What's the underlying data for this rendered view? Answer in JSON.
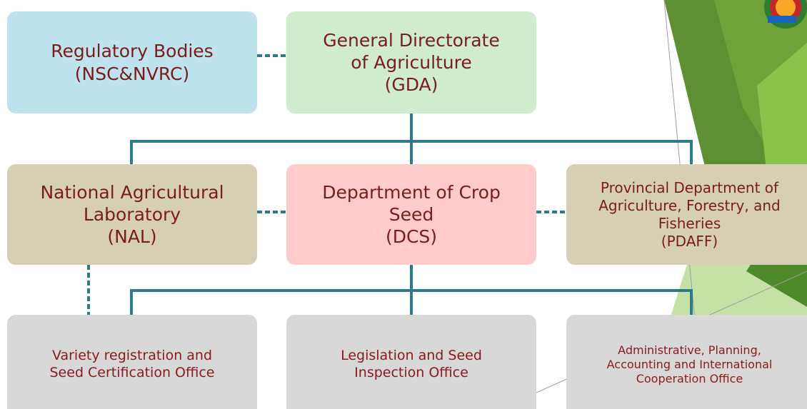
{
  "org_chart": {
    "regulatory_bodies": "Regulatory Bodies\n(NSC&NVRC)",
    "gda": "General Directorate\nof Agriculture\n(GDA)",
    "nal": "National Agricultural\nLaboratory\n(NAL)",
    "dcs": "Department of Crop\nSeed\n(DCS)",
    "pdaff": "Provincial Department of\nAgriculture, Forestry, and\nFisheries\n(PDAFF)",
    "variety_office": "Variety registration and\nSeed Certification Office",
    "legislation_office": "Legislation and Seed\nInspection Office",
    "admin_office": "Administrative, Planning,\nAccounting and International\nCooperation Office"
  },
  "colors": {
    "box_text": "#7a1c1c",
    "connector": "#2c7a8a",
    "regulatory_fill": "#bee3ec",
    "gda_fill": "#cfeccc",
    "nal_fill": "#d6cfb4",
    "dcs_fill": "#ffcccb",
    "pdaff_fill": "#d6cfb4",
    "office_fill": "#d8d8d8",
    "accent_green": "#7cb342"
  }
}
